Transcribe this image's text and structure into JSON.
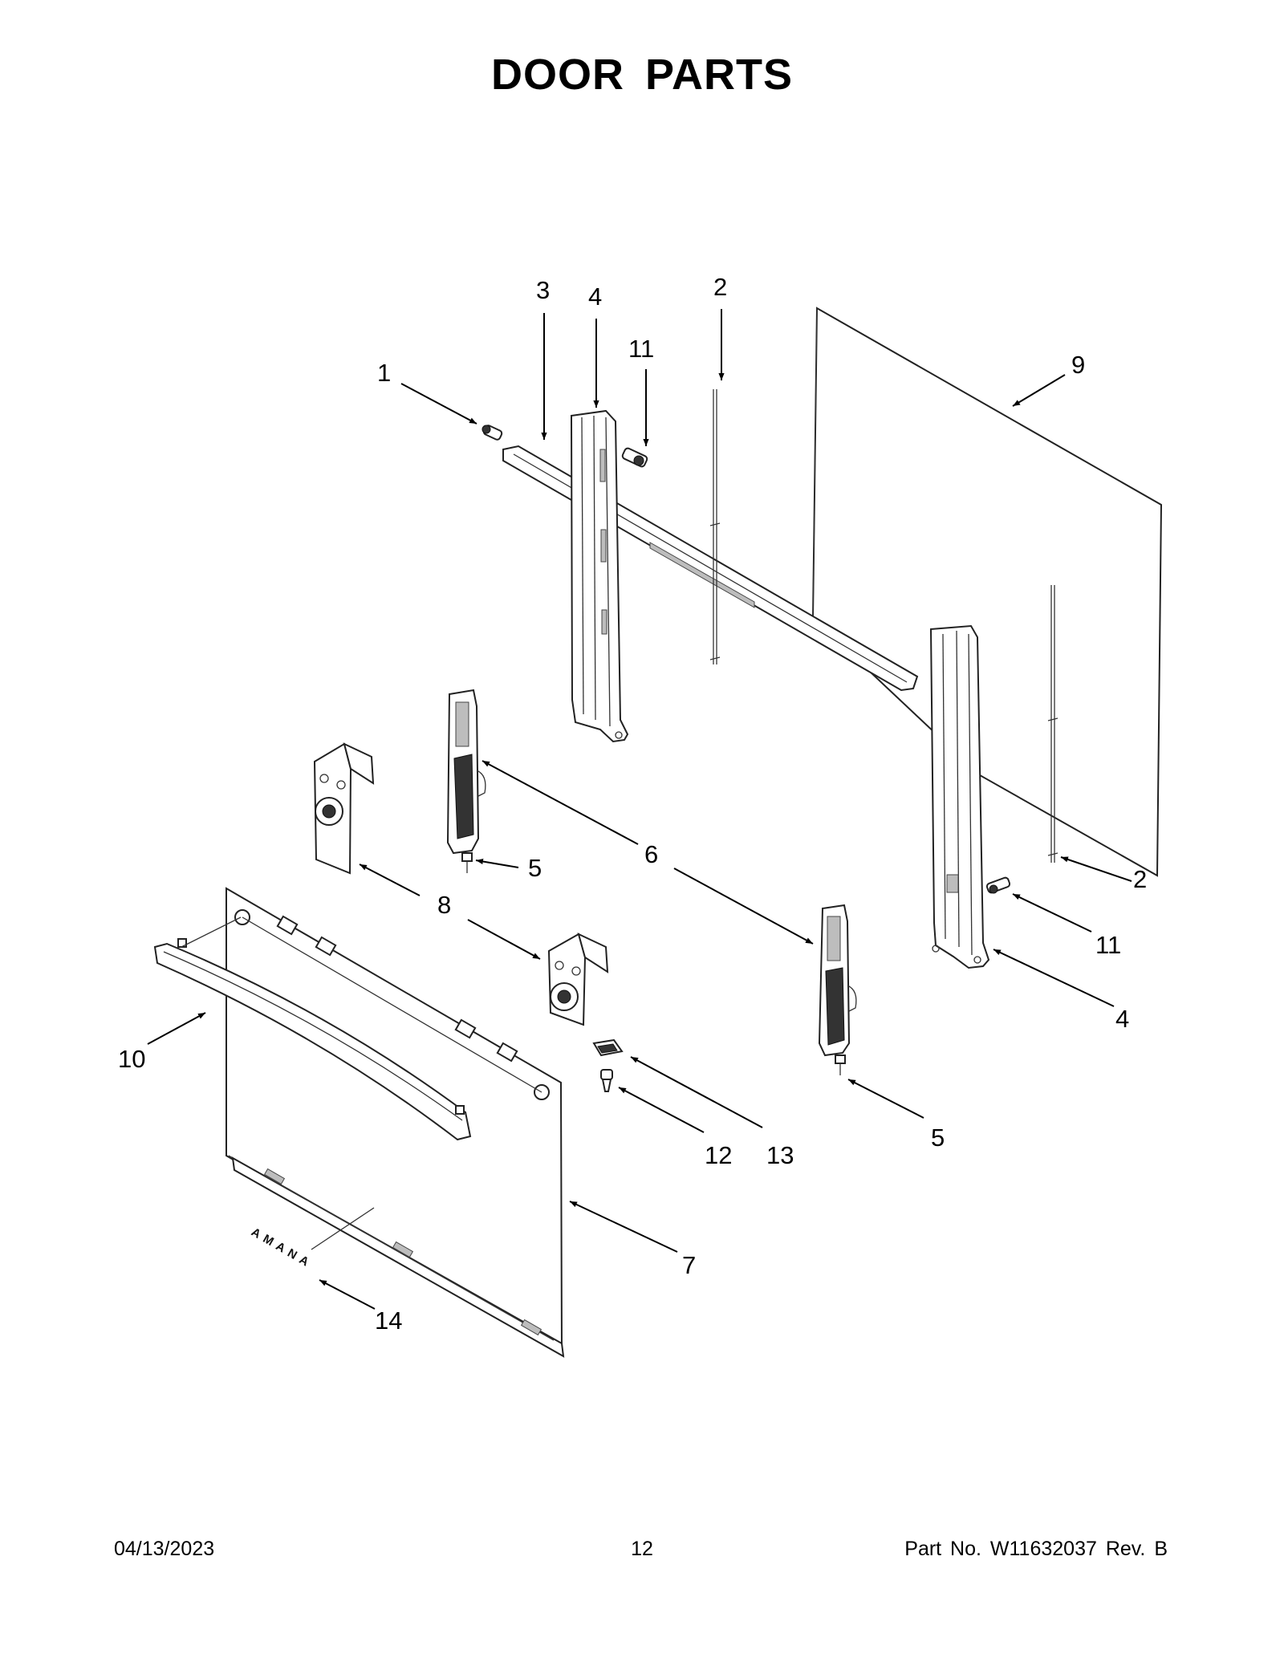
{
  "title": "DOOR PARTS",
  "callouts": {
    "c1": "1",
    "c2a": "2",
    "c2b": "2",
    "c3": "3",
    "c4a": "4",
    "c4b": "4",
    "c5a": "5",
    "c5b": "5",
    "c6": "6",
    "c7": "7",
    "c8": "8",
    "c9": "9",
    "c10": "10",
    "c11a": "11",
    "c11b": "11",
    "c12": "12",
    "c13": "13",
    "c14": "14"
  },
  "logo_text": "AMANA",
  "footer": {
    "date": "04/13/2023",
    "page": "12",
    "part_no": "Part No.  W11632037  Rev.  B"
  }
}
